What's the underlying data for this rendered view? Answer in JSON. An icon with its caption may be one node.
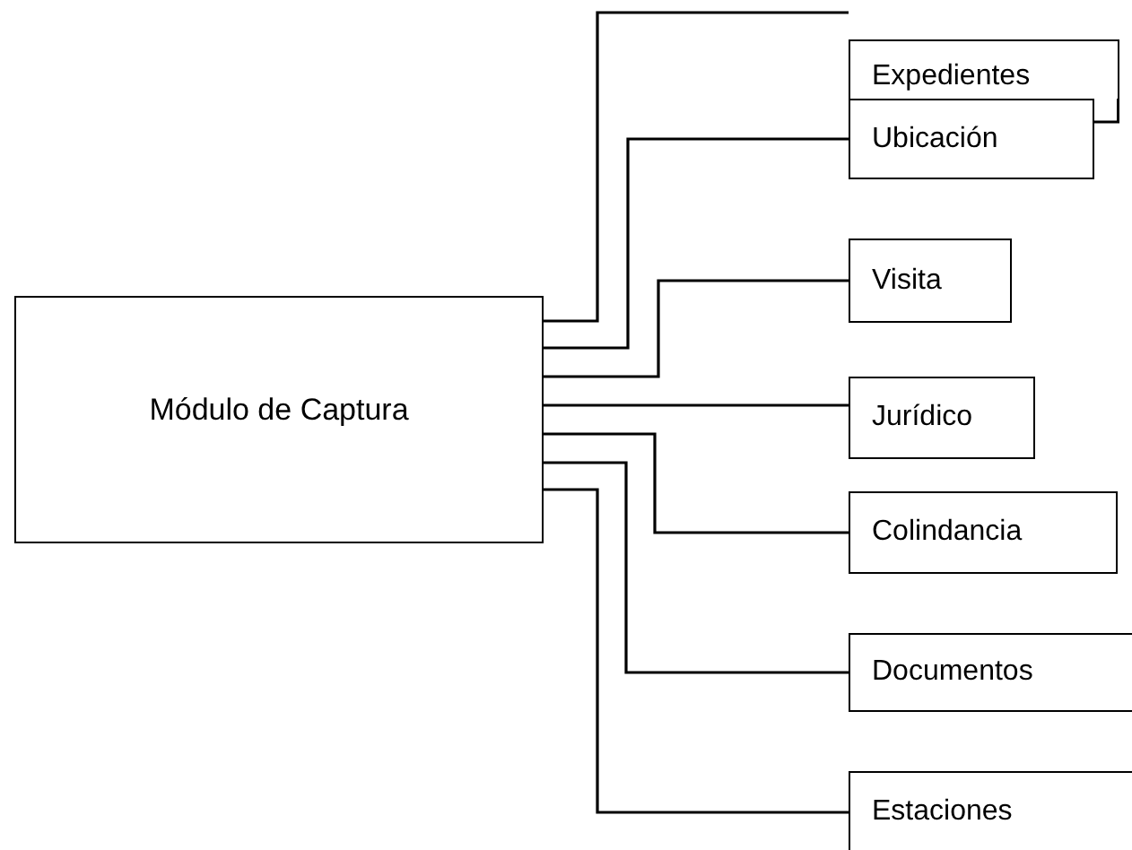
{
  "diagram": {
    "nodes": [
      {
        "text": [
          "Módulo de Captura"
        ]
      },
      {
        "text": [
          "Expedientes"
        ]
      },
      {
        "text": [
          "Ubicación"
        ]
      },
      {
        "text": [
          "Visita"
        ]
      },
      {
        "text": [
          "Jurídico"
        ]
      },
      {
        "text": [
          "Colindancia"
        ]
      },
      {
        "text": [
          "Documentos"
        ]
      },
      {
        "text": [
          "Estaciones"
        ]
      }
    ],
    "edges": [
      {
        "from": 0,
        "to": null,
        "arrow": "none"
      },
      {
        "from": 0,
        "to": 2,
        "arrow": "none"
      },
      {
        "from": 0,
        "to": 3,
        "arrow": "none"
      },
      {
        "from": 0,
        "to": 4,
        "arrow": "none"
      },
      {
        "from": 0,
        "to": 5,
        "arrow": "none"
      },
      {
        "from": 0,
        "to": 6,
        "arrow": "none"
      },
      {
        "from": 0,
        "to": 7,
        "arrow": "none"
      }
    ]
  }
}
